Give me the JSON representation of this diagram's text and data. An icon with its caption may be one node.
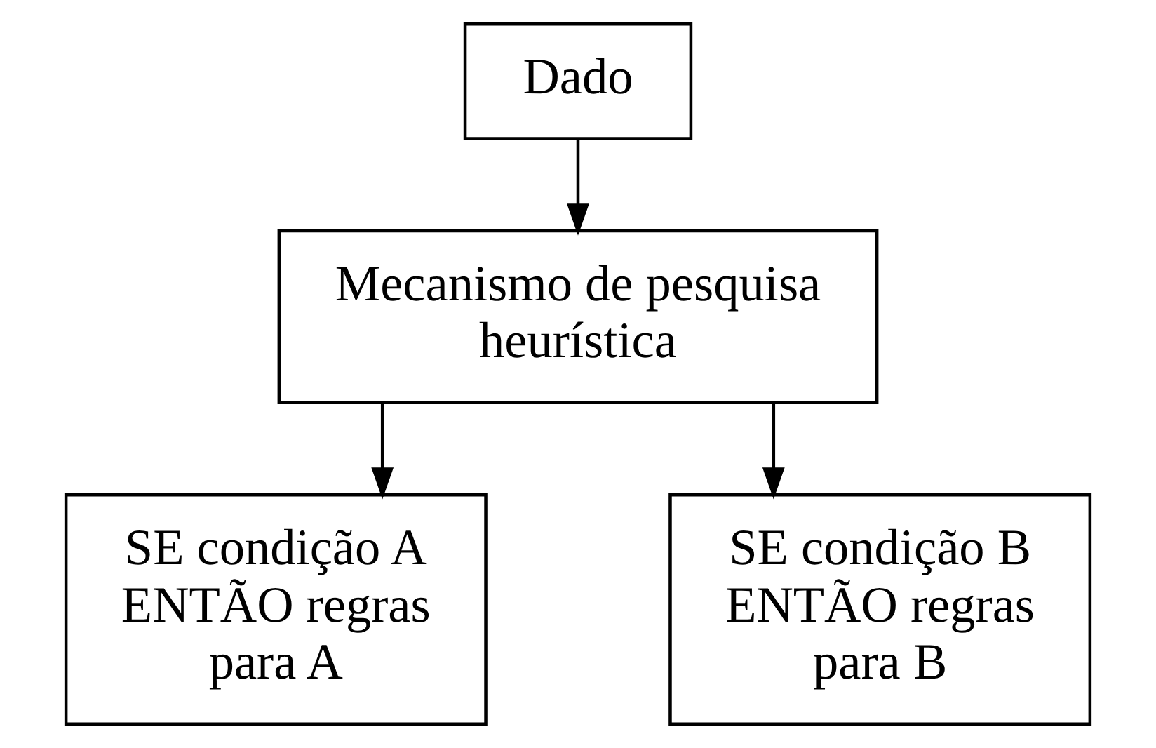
{
  "diagram": {
    "nodes": [
      {
        "text": [
          "Dado"
        ]
      },
      {
        "text": [
          "Mecanismo de pesquisa heurística"
        ]
      },
      {
        "text": [
          "SE condição A ENTÃO regras para A"
        ]
      },
      {
        "text": [
          "SE condição B ENTÃO regras para B"
        ]
      }
    ],
    "edges": [
      {
        "from": 0,
        "to": 1,
        "arrow": "to"
      },
      {
        "from": 1,
        "to": 2,
        "arrow": "to"
      },
      {
        "from": 1,
        "to": 3,
        "arrow": "to"
      }
    ]
  }
}
